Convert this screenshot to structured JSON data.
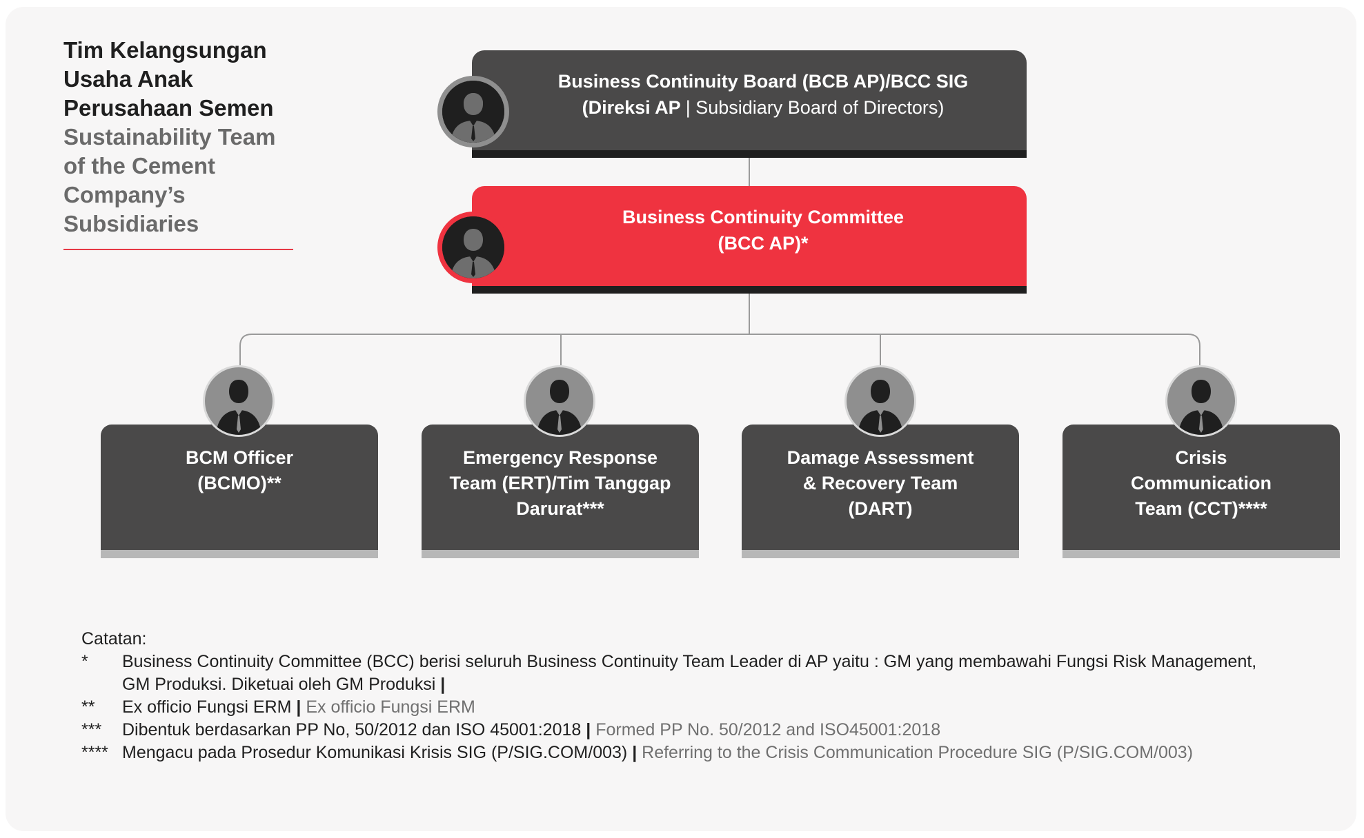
{
  "heading": {
    "id_lines": [
      "Tim Kelangsungan",
      "Usaha Anak",
      "Perusahaan Semen"
    ],
    "en_lines": [
      "Sustainability Team",
      "of the Cement",
      "Company’s",
      "Subsidiaries"
    ]
  },
  "board": {
    "line1": "Business Continuity Board (BCB AP)/BCC SIG",
    "line2_id": "(Direksi AP",
    "line2_en": "Subsidiary Board of Directors)"
  },
  "committee": {
    "line1": "Business Continuity Committee",
    "line2": "(BCC AP)*"
  },
  "teams": [
    {
      "lines": [
        "BCM Officer",
        "(BCMO)**"
      ]
    },
    {
      "lines": [
        "Emergency Response",
        "Team (ERT)/Tim Tanggap",
        "Darurat***"
      ]
    },
    {
      "lines": [
        "Damage Assessment",
        "& Recovery Team",
        "(DART)"
      ]
    },
    {
      "lines": [
        "Crisis",
        "Communication",
        "Team (CCT)****"
      ]
    }
  ],
  "notes": {
    "title": "Catatan:",
    "items": [
      {
        "mark": "*",
        "lines": [
          "Business Continuity Committee (BCC) berisi seluruh Business Continuity Team Leader di AP yaitu : GM yang membawahi Fungsi Risk Management,",
          "GM Produksi.  Diketuai oleh GM Produksi"
        ],
        "en": ""
      },
      {
        "mark": "**",
        "lines": [
          "Ex officio Fungsi ERM"
        ],
        "en": "Ex officio Fungsi ERM"
      },
      {
        "mark": "***",
        "lines": [
          "Dibentuk berdasarkan PP No, 50/2012 dan ISO 45001:2018 "
        ],
        "en": "Formed PP No. 50/2012 and ISO45001:2018"
      },
      {
        "mark": "****",
        "lines": [
          "Mengacu pada Prosedur Komunikasi Krisis SIG (P/SIG.COM/003) "
        ],
        "en": "Referring to the Crisis Communication Procedure SIG (P/SIG.COM/003)"
      }
    ]
  },
  "colors": {
    "dark_box": "#4a4949",
    "accent_red": "#ef3340",
    "bar_dark": "#1f1f1f",
    "bar_light": "#b7b7b7"
  },
  "icons": {
    "person": "person-silhouette-icon"
  }
}
